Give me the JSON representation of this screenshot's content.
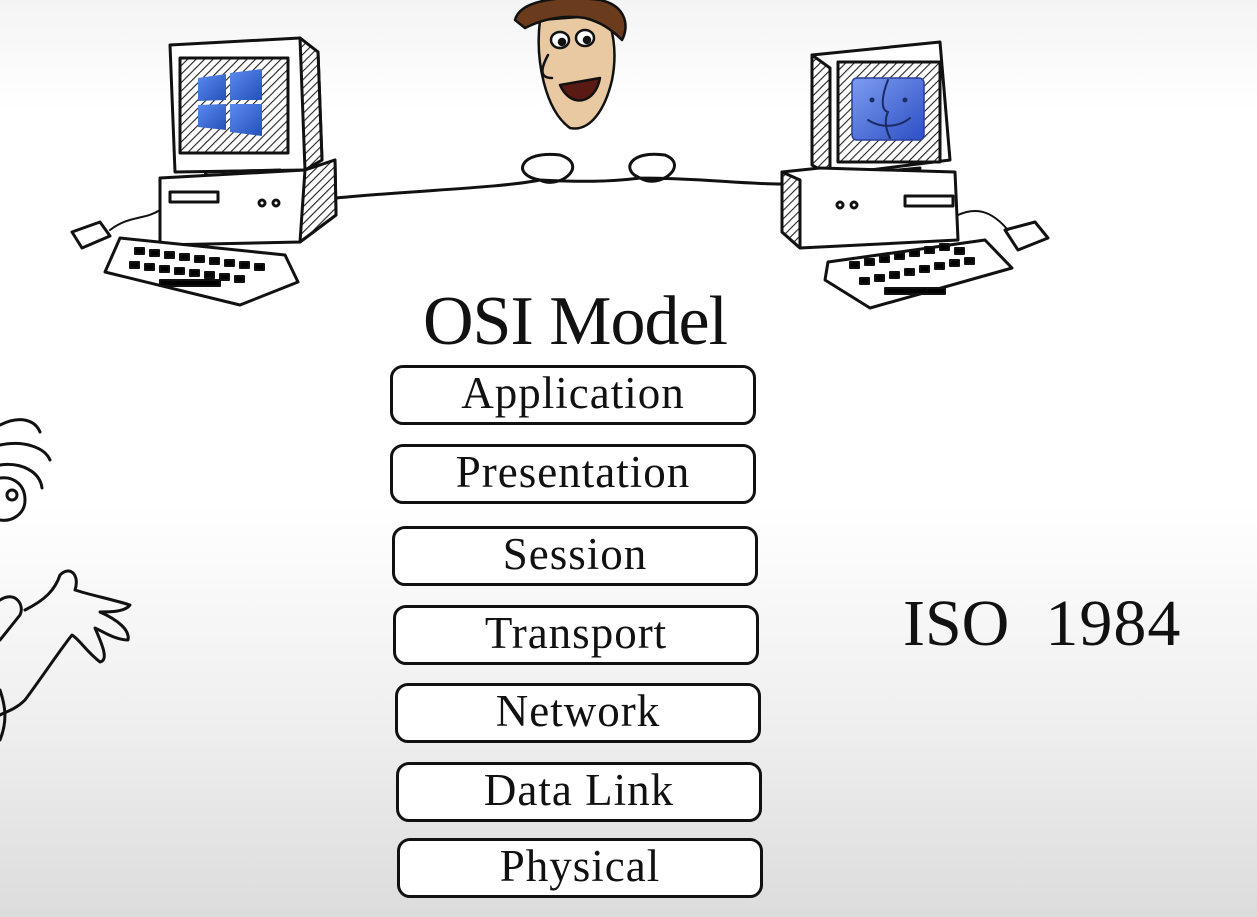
{
  "diagram": {
    "title": "OSI Model",
    "layers": [
      "Application",
      "Presentation",
      "Session",
      "Transport",
      "Network",
      "Data Link",
      "Physical"
    ],
    "standard": {
      "org": "ISO",
      "year": "1984"
    }
  },
  "illustrations": {
    "left_computer_icon": "windows-logo-icon",
    "right_computer_icon": "mac-finder-icon",
    "person_top": "cartoon-face-icon",
    "person_left": "cartoon-shrugging-person-icon",
    "windows_logo_color": "#3b6fd8",
    "mac_logo_color": "#4a6fd6"
  }
}
